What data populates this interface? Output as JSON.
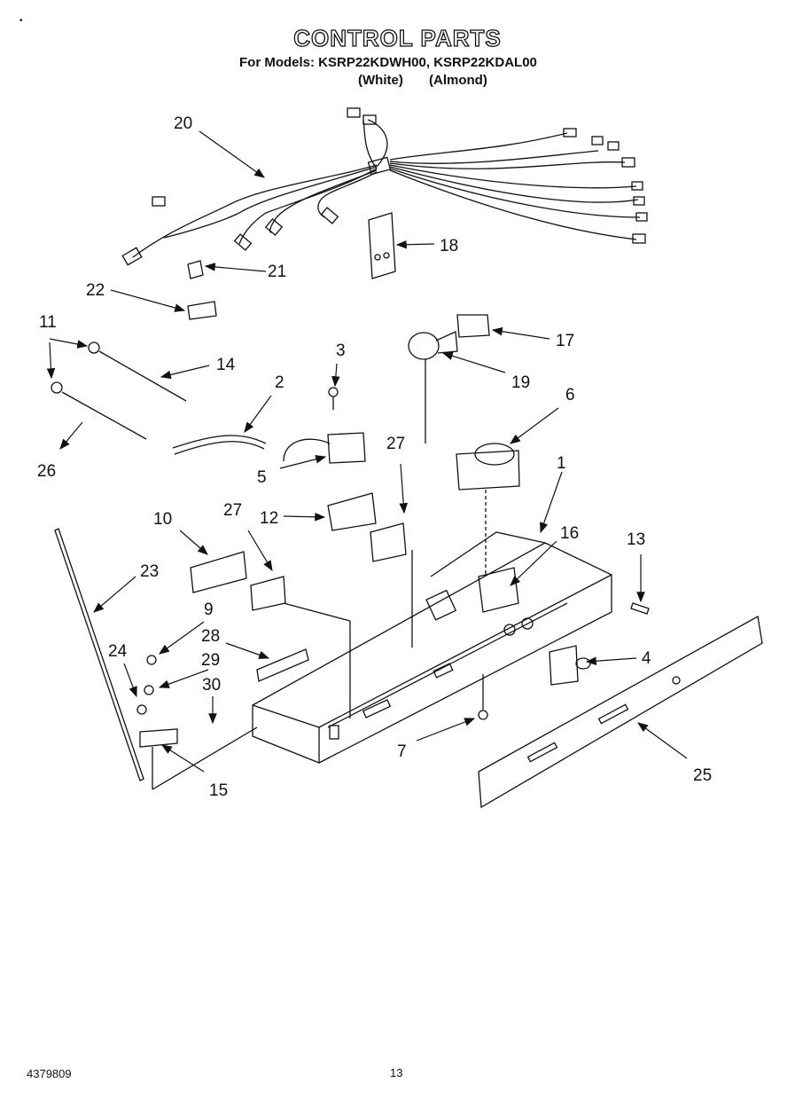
{
  "header": {
    "title": "CONTROL PARTS",
    "models_line": "For Models: KSRP22KDWH00, KSRP22KDAL00",
    "variant_white": "(White)",
    "variant_almond": "(Almond)"
  },
  "footer": {
    "doc_number": "4379809",
    "page_number": "13"
  },
  "callouts": [
    "1",
    "2",
    "3",
    "4",
    "5",
    "6",
    "7",
    "9",
    "10",
    "11",
    "12",
    "13",
    "14",
    "15",
    "16",
    "17",
    "18",
    "19",
    "20",
    "21",
    "22",
    "23",
    "24",
    "25",
    "26",
    "27",
    "27",
    "28",
    "29",
    "30"
  ]
}
